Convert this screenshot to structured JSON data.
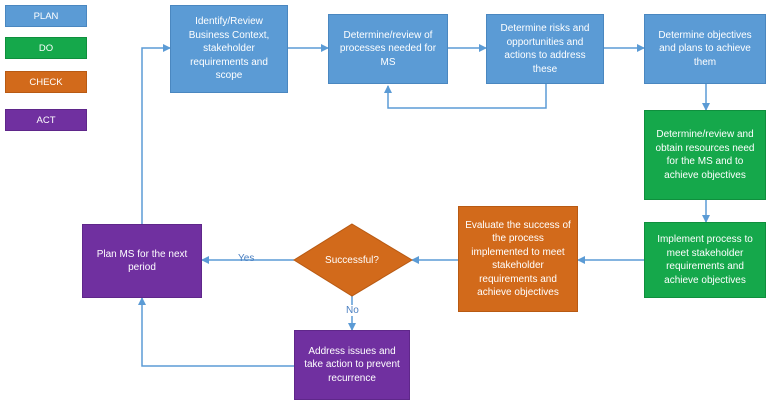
{
  "legend": {
    "plan": "PLAN",
    "do": "DO",
    "check": "CHECK",
    "act": "ACT"
  },
  "colors": {
    "plan": "#5b9bd5",
    "do": "#15a84b",
    "check": "#d26a1b",
    "act": "#7030a0",
    "arrow": "#5b9bd5"
  },
  "nodes": {
    "identify": "Identify/Review Business Context, stakeholder requirements and scope",
    "processes": "Determine/review of processes needed for MS",
    "risks": "Determine risks and opportunities and actions to address these",
    "objectives": "Determine objectives and plans to achieve them",
    "resources": "Determine/review and obtain resources need for the MS and to achieve objectives",
    "implement": "Implement process to meet stakeholder requirements and achieve objectives",
    "evaluate": "Evaluate the success of the process implemented to meet stakeholder requirements and achieve objectives",
    "decision": "Successful?",
    "plan_next": "Plan MS for the next period",
    "address": "Address issues and take action to prevent recurrence"
  },
  "edges": {
    "yes": "Yes",
    "no": "No"
  }
}
